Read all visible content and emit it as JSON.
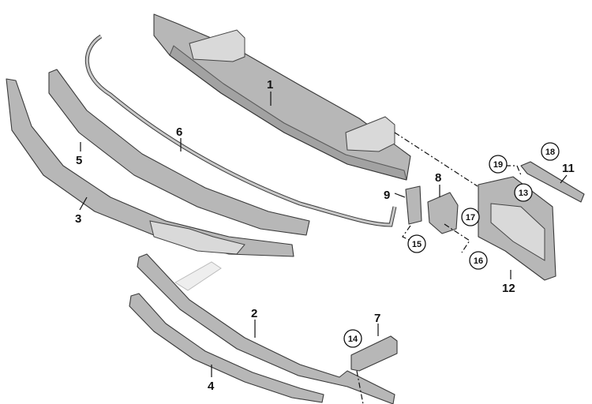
{
  "labels": {
    "p1": "1",
    "p2": "2",
    "p3": "3",
    "p4": "4",
    "p5": "5",
    "p6": "6",
    "p7": "7",
    "p8": "8",
    "p9": "9",
    "p11": "11",
    "p12": "12",
    "p13": "13",
    "p14": "14",
    "p15": "15",
    "p16": "16",
    "p17": "17",
    "p18": "18",
    "p19": "19"
  },
  "colors": {
    "part_fill": "#b7b7b7",
    "part_dark": "#9a9a9a",
    "outline": "#3a3a3a",
    "label": "#111111"
  }
}
